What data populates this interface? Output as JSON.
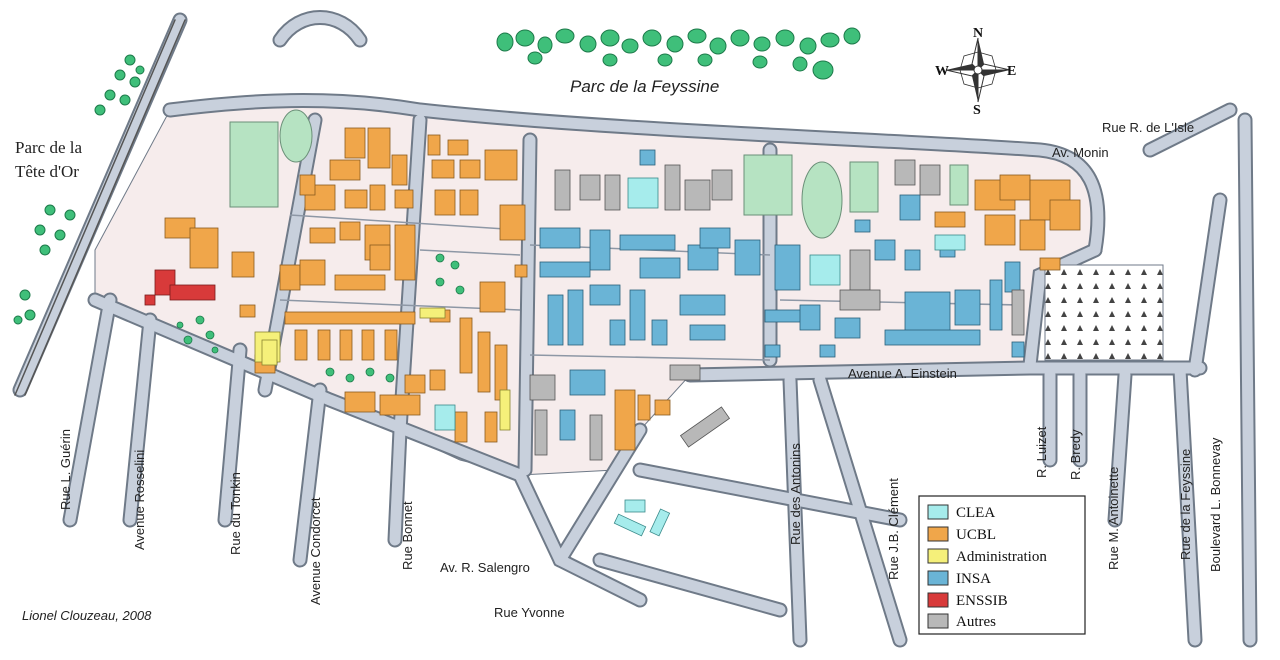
{
  "parks": {
    "feyssine": "Parc de la Feyssine",
    "tete_dor_line1": "Parc de la",
    "tete_dor_line2": "Tête d'Or"
  },
  "compass": {
    "n": "N",
    "s": "S",
    "e": "E",
    "w": "W"
  },
  "streets": {
    "guerin": "Rue L. Guérin",
    "rosselini": "Avenue Rosselini",
    "tonkin": "Rue du Tonkin",
    "condorcet": "Avenue Condorcet",
    "bonnet": "Rue Bonnet",
    "salengro": "Av. R. Salengro",
    "yvonne": "Rue Yvonne",
    "antonins": "Rue des Antonins",
    "clement": "Rue J.B. Clément",
    "luizet": "R. Luizet",
    "bredy": "R. Bredy",
    "antoinette": "Rue M. Antoinette",
    "feyssine": "Rue de la Feyssine",
    "bonnevay": "Boulevard L. Bonnevay",
    "einstein": "Avenue A. Einstein",
    "monin": "Av. Monin",
    "delisle": "Rue R. de L'Isle"
  },
  "legend": {
    "items": [
      {
        "label": "CLEA",
        "color": "#a6ecec"
      },
      {
        "label": "UCBL",
        "color": "#f0a64a"
      },
      {
        "label": "Administration",
        "color": "#f5f07a"
      },
      {
        "label": "INSA",
        "color": "#6ab4d6"
      },
      {
        "label": "ENSSIB",
        "color": "#d83a3a"
      },
      {
        "label": "Autres",
        "color": "#b8b8b8"
      }
    ]
  },
  "credit": "Lionel Clouzeau, 2008",
  "colors": {
    "road": "#c8d0dc",
    "road_edge": "#6f7a88",
    "campus": "#f6ecec",
    "sports": "#b6e3c2",
    "tree": "#3fbf7a"
  }
}
